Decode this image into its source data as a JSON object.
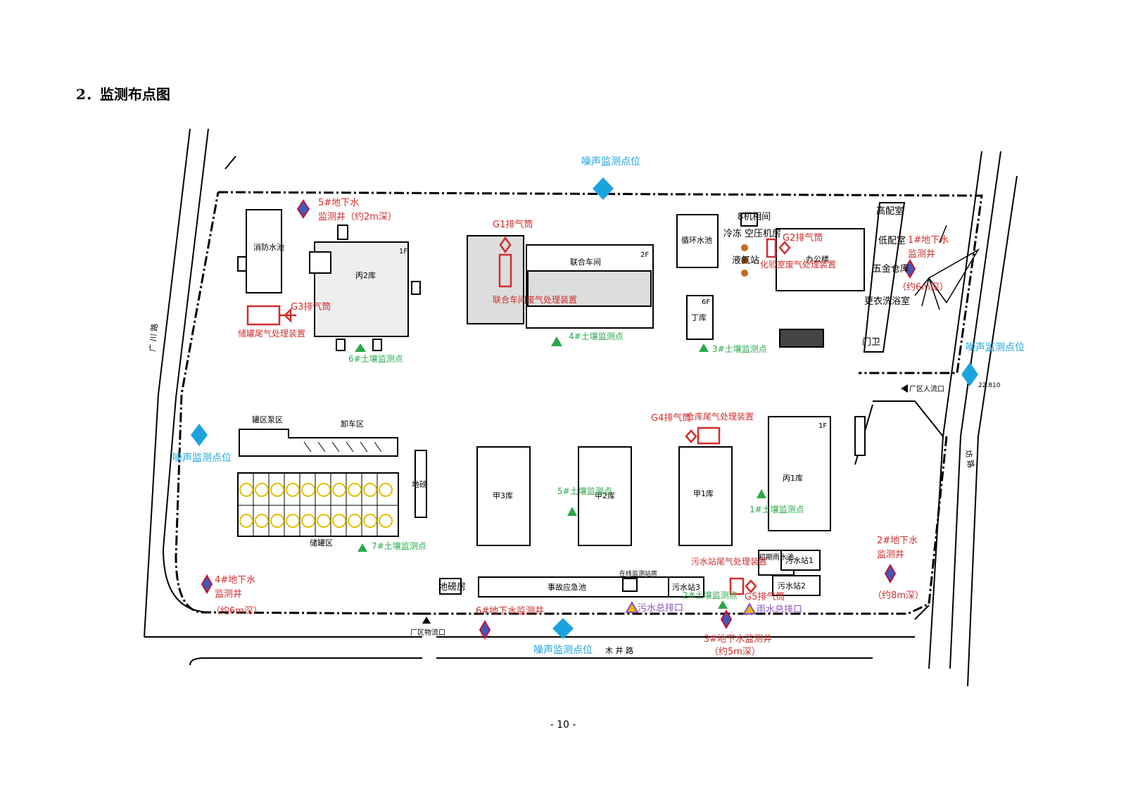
{
  "section_title": "2．监测布点图",
  "page_number": "- 10 -",
  "colors": {
    "noise": "#1ba3e0",
    "exhaust": "#d12d2d",
    "soil": "#2aa84a",
    "groundwater": "#c8102e",
    "outfall": "#8c4fc0",
    "building": "#000000"
  },
  "buildings": {
    "fire_pool": "消防水池",
    "bing2": "丙2库",
    "combined_workshop": "联合车间",
    "circ_pool": "循环水池",
    "nitrogen_compressor": "8机相间",
    "cooling": "冷冻",
    "air_comp": "空压机房",
    "liquid_nitrogen": "液氮站",
    "office": "办公楼",
    "hv_room": "高配室",
    "lv_room": "低配室",
    "hardware_store": "五金仓库",
    "changing_room": "更衣洗浴室",
    "gate": "门卫",
    "ding": "丁库",
    "tank_pump": "罐区泵区",
    "unload": "卸车区",
    "tank_area": "储罐区",
    "weighbridge": "地磅",
    "jia3": "甲3库",
    "jia2": "甲2库",
    "jia1": "甲1库",
    "bing1": "丙1库",
    "early_rain": "初期雨水池",
    "ws1": "污水站1",
    "ws2": "污水站2",
    "ws3": "污水站3",
    "accident_pool": "事故应急池",
    "online_monitor": "在线监测站房",
    "weigh_house": "地磅房",
    "floor_1f": "1F",
    "floor_2f": "2F",
    "floor_6f": "6F"
  },
  "labels": {
    "noise_top": "噪声监测点位",
    "noise_left": "噪声监测点位",
    "noise_right": "噪声监测点位",
    "noise_bottom": "噪声监测点位",
    "g1": "G1排气筒",
    "g2": "G2排气筒",
    "g3": "G3排气筒",
    "g4": "G4排气筒",
    "g5": "G5排气筒",
    "joint_exhaust": "联合车间废气处理装置",
    "lab_exhaust": "化验室废气处理装置",
    "tank_exhaust": "储罐尾气处理装置",
    "warehouse_exhaust": "仓库尾气处理装置",
    "ws_exhaust": "污水站尾气处理装置",
    "soil1": "1#土壤监测点",
    "soil2": "2#土壤监测点",
    "soil3": "3#土壤监测点",
    "soil4": "4#土壤监测点",
    "soil5": "5#土壤监测点",
    "soil6": "6#土壤监测点",
    "soil7": "7#土壤监测点",
    "gw1_a": "1#地下水",
    "gw1_b": "监测井",
    "gw1_c": "（约6m深）",
    "gw2_a": "2#地下水",
    "gw2_b": "监测井",
    "gw2_c": "（约8m深）",
    "gw3_a": "3#地下水监测井",
    "gw3_b": "（约5m深）",
    "gw4_a": "4#地下水",
    "gw4_b": "监测井",
    "gw4_c": "（约6m深）",
    "gw5_a": "5#地下水",
    "gw5_b": "监测井（约2m深）",
    "gw6": "6#地下水监测井",
    "sewage_outfall": "污水总排口",
    "rain_outfall": "雨水总排口",
    "people_entrance": "厂区人流口",
    "logistics_entrance": "厂区物流口",
    "road_bottom": "木 井 路",
    "road_left": "广 川 路",
    "road_right": "坊 路",
    "elevation": "22.810"
  }
}
